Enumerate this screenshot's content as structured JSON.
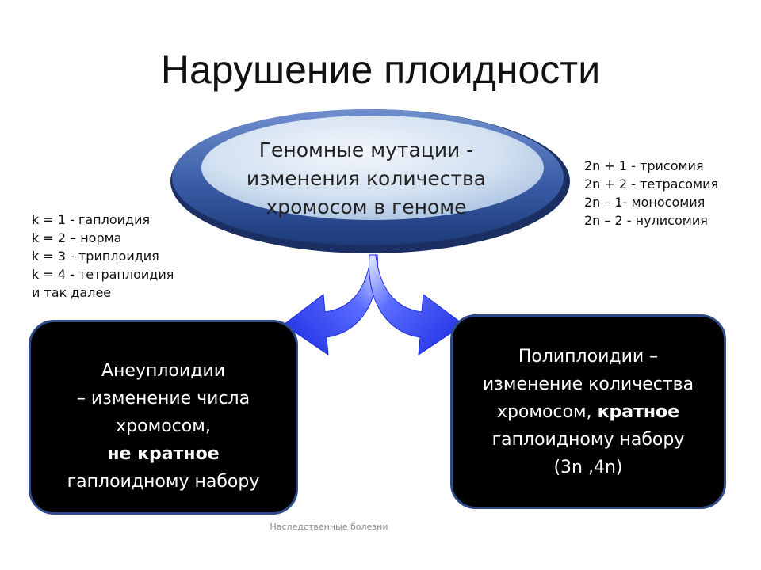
{
  "title": "Нарушение плоидности",
  "genomic": {
    "line1": "Геномные мутации  -",
    "line2": "изменения количества",
    "line3": "хромосом в геноме"
  },
  "ploidy_list": [
    "k = 1 - гаплоидия",
    "k = 2 – норма",
    "k = 3 - триплоидия",
    "k = 4 - тетраплоидия",
    "и так далее"
  ],
  "somy_list": [
    "2n + 1 - трисомия",
    "2n + 2 - тетрасомия",
    "2n – 1- моносомия",
    "2n – 2 - нулисомия"
  ],
  "aneuploidy": {
    "line1": "Анеуплоидии",
    "line2": "– изменение числа",
    "line3": "хромосом,",
    "line4_bold": "не кратное",
    "line5": "гаплоидному набору"
  },
  "polyploidy": {
    "line1": "Полиплоидии –",
    "line2": "изменение количества",
    "line3_start": "хромосом, ",
    "line3_bold": "кратное",
    "line4": "гаплоидному набору",
    "line5": "(3n ,4n)"
  },
  "footer": "Наследственные болезни",
  "colors": {
    "ellipse_outer": "#4a6cb0",
    "ellipse_inner": "#c5d8ec",
    "arrow": "#2a3cf0",
    "box_fill": "#000000",
    "box_border": "#2f4a8a"
  }
}
